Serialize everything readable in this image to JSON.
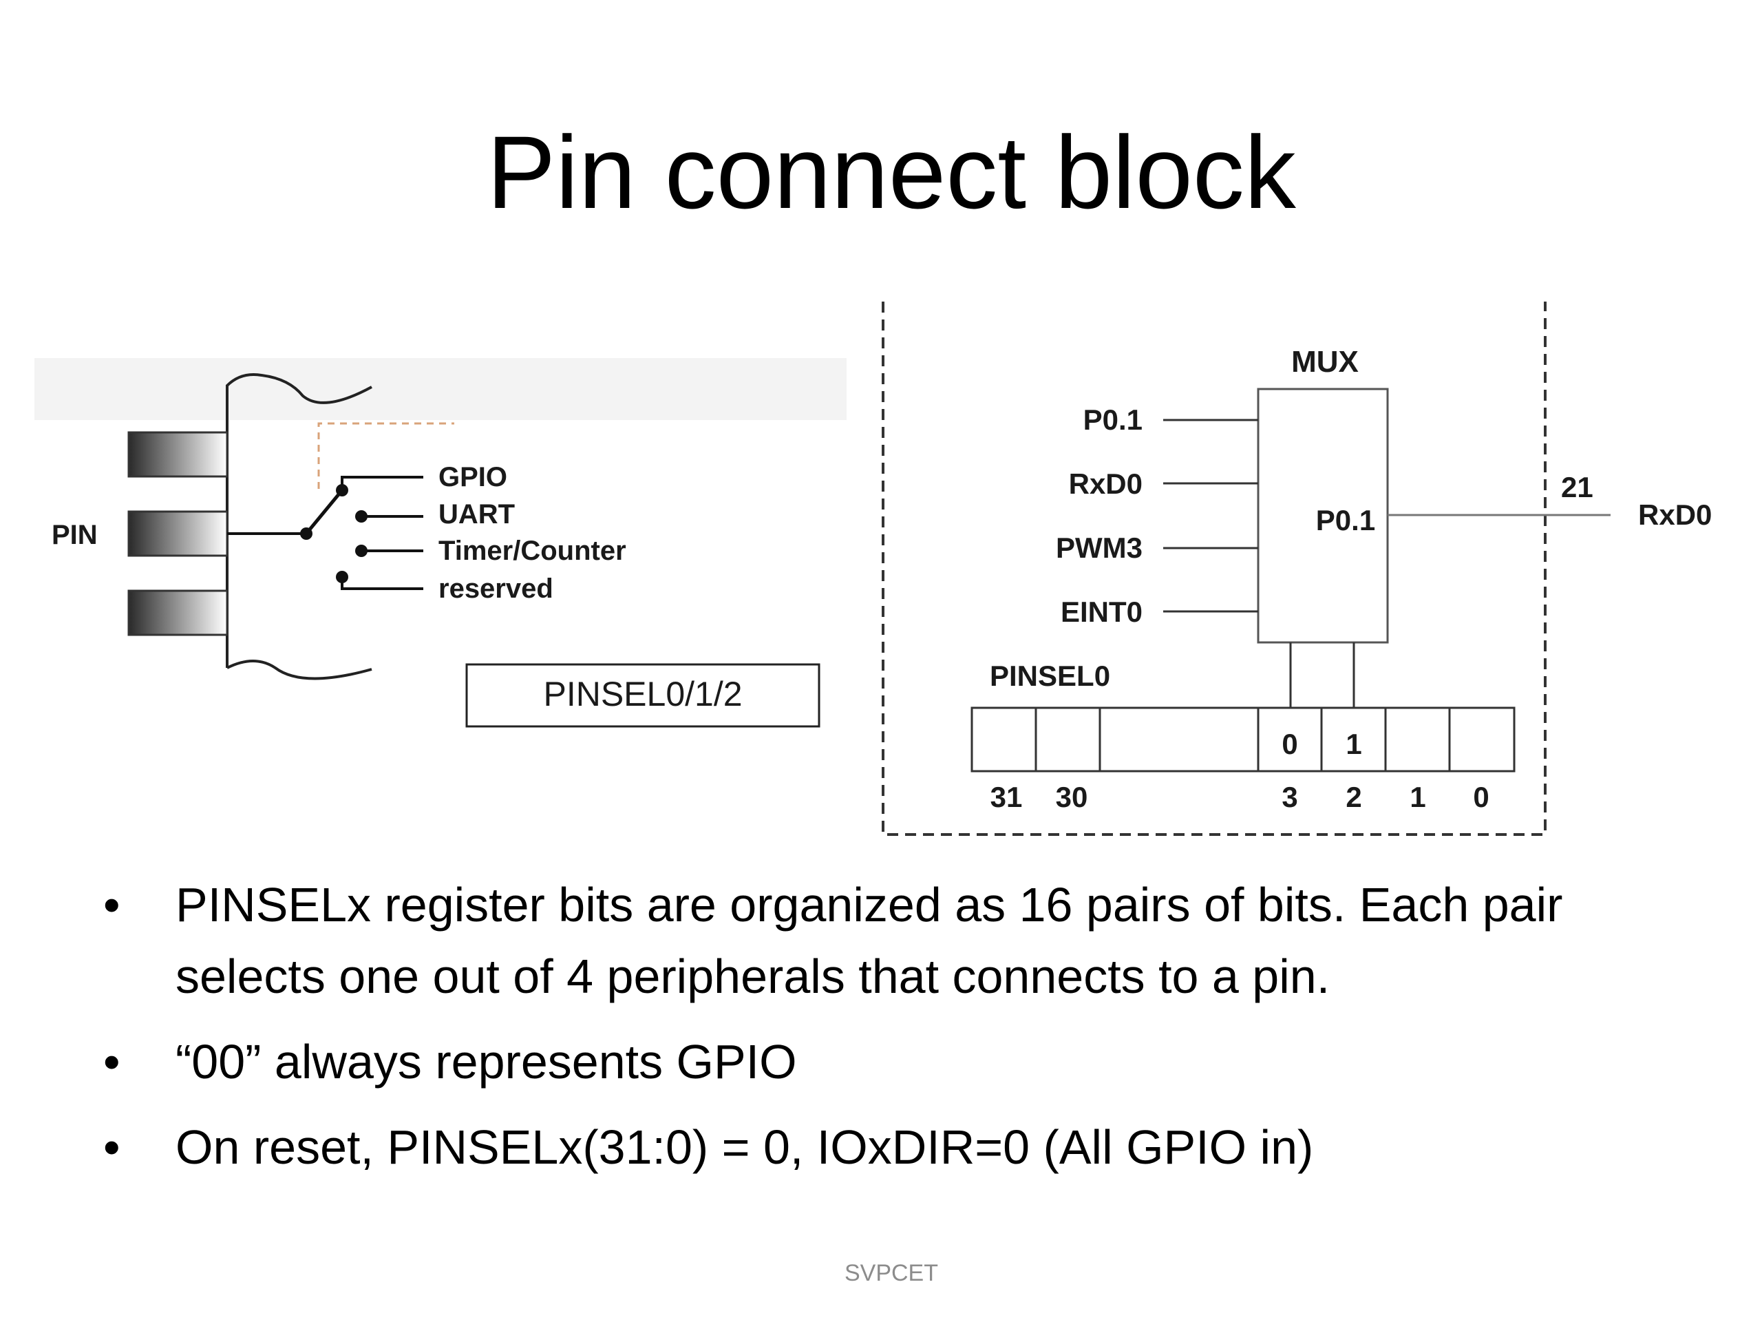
{
  "title": "Pin connect block",
  "left_diagram": {
    "pin_label": "PIN",
    "switch_options": [
      "GPIO",
      "UART",
      "Timer/Counter",
      "reserved"
    ],
    "register_box": "PINSEL0/1/2"
  },
  "right_diagram": {
    "mux_label": "MUX",
    "inputs": [
      "P0.1",
      "RxD0",
      "PWM3",
      "EINT0"
    ],
    "mux_output_label": "P0.1",
    "output_number": "21",
    "output_signal": "RxD0",
    "register_label": "PINSEL0",
    "cell_values": [
      "0",
      "1"
    ],
    "bit_numbers": [
      "31",
      "30",
      "3",
      "2",
      "1",
      "0"
    ]
  },
  "bullets": [
    "PINSELx register bits are organized as 16 pairs of bits. Each pair selects one out of 4 peripherals that connects to a pin.",
    "“00” always represents GPIO",
    "On reset, PINSELx(31:0) = 0, IOxDIR=0 (All GPIO in)"
  ],
  "footer": "SVPCET"
}
